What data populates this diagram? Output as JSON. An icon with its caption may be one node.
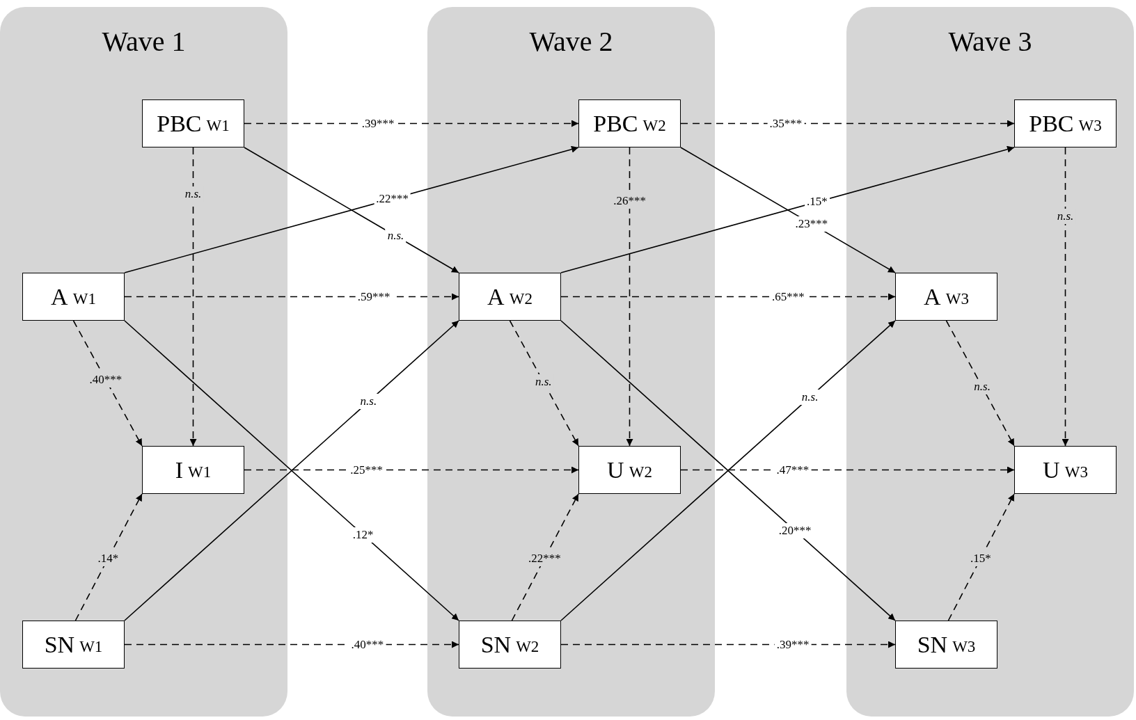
{
  "diagram": {
    "nodes": [
      {
        "text": [
          "Wave 1"
        ]
      },
      {
        "text": [
          "PBC",
          "W1"
        ],
        "in": 0
      },
      {
        "text": [
          "A",
          "W1"
        ],
        "in": 0
      },
      {
        "text": [
          "I",
          "W1"
        ],
        "in": 0
      },
      {
        "text": [
          "SN",
          "W1"
        ],
        "in": 0
      },
      {
        "text": [
          "Wave 2"
        ]
      },
      {
        "text": [
          "PBC",
          "W2"
        ],
        "in": 5
      },
      {
        "text": [
          "A",
          "W2"
        ],
        "in": 5
      },
      {
        "text": [
          "U",
          "W2"
        ],
        "in": 5
      },
      {
        "text": [
          "SN",
          "W2"
        ],
        "in": 5
      },
      {
        "text": [
          "Wave 3"
        ]
      },
      {
        "text": [
          "PBC",
          "W3"
        ],
        "in": 10
      },
      {
        "text": [
          "A",
          "W3"
        ],
        "in": 10
      },
      {
        "text": [
          "U",
          "W3"
        ],
        "in": 10
      },
      {
        "text": [
          "SN",
          "W3"
        ],
        "in": 10
      }
    ],
    "edges": [
      {
        "from": 1,
        "to": 6,
        "arrow": "to",
        "label": ".39***",
        "style": "dashed"
      },
      {
        "from": 6,
        "to": 11,
        "arrow": "to",
        "label": ".35***",
        "style": "dashed"
      },
      {
        "from": 2,
        "to": 7,
        "arrow": "to",
        "label": ".59***",
        "style": "dashed"
      },
      {
        "from": 7,
        "to": 12,
        "arrow": "to",
        "label": ".65***",
        "style": "dashed"
      },
      {
        "from": 3,
        "to": 8,
        "arrow": "to",
        "label": ".25***",
        "style": "dashed"
      },
      {
        "from": 8,
        "to": 13,
        "arrow": "to",
        "label": ".47***",
        "style": "dashed"
      },
      {
        "from": 4,
        "to": 9,
        "arrow": "to",
        "label": ".40***",
        "style": "dashed"
      },
      {
        "from": 9,
        "to": 14,
        "arrow": "to",
        "label": ".39***",
        "style": "dashed"
      },
      {
        "from": 1,
        "to": 3,
        "arrow": "to",
        "label": "*n.s.*",
        "style": "dashed"
      },
      {
        "from": 2,
        "to": 3,
        "arrow": "to",
        "label": ".40***",
        "style": "dashed"
      },
      {
        "from": 4,
        "to": 3,
        "arrow": "to",
        "label": ".14*",
        "style": "dashed"
      },
      {
        "from": 6,
        "to": 8,
        "arrow": "to",
        "label": ".26***",
        "style": "dashed"
      },
      {
        "from": 7,
        "to": 8,
        "arrow": "to",
        "label": "*n.s.*",
        "style": "dashed"
      },
      {
        "from": 9,
        "to": 8,
        "arrow": "to",
        "label": ".22***",
        "style": "dashed"
      },
      {
        "from": 11,
        "to": 13,
        "arrow": "to",
        "label": "*n.s.*",
        "style": "dashed"
      },
      {
        "from": 12,
        "to": 13,
        "arrow": "to",
        "label": "*n.s.*",
        "style": "dashed"
      },
      {
        "from": 14,
        "to": 13,
        "arrow": "to",
        "label": ".15*",
        "style": "dashed"
      },
      {
        "from": 2,
        "to": 6,
        "arrow": "to",
        "label": ".22***"
      },
      {
        "from": 1,
        "to": 7,
        "arrow": "to",
        "label": "*n.s.*"
      },
      {
        "from": 4,
        "to": 7,
        "arrow": "to",
        "label": "*n.s.*"
      },
      {
        "from": 2,
        "to": 9,
        "arrow": "to",
        "label": ".12*"
      },
      {
        "from": 7,
        "to": 11,
        "arrow": "to",
        "label": ".15*"
      },
      {
        "from": 6,
        "to": 12,
        "arrow": "to",
        "label": ".23***"
      },
      {
        "from": 9,
        "to": 12,
        "arrow": "to",
        "label": "*n.s.*"
      },
      {
        "from": 7,
        "to": 14,
        "arrow": "to",
        "label": ".20***"
      }
    ]
  }
}
